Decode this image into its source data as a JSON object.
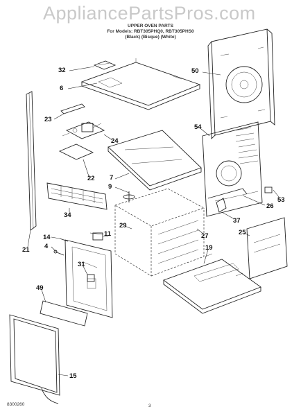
{
  "watermark": "AppliancePartsPros.com",
  "header": {
    "line1": "UPPER OVEN PARTS",
    "line2": "For Models: RBT305PHQ0, RBT305PHS0",
    "line3": "(Black) (Bisque) (White)"
  },
  "callouts": {
    "c32": "32",
    "c6": "6",
    "c50": "50",
    "c23": "23",
    "c24": "24",
    "c54": "54",
    "c22": "22",
    "c7": "7",
    "c9": "9",
    "c53": "53",
    "c26": "26",
    "c34": "34",
    "c37": "37",
    "c11": "11",
    "c29": "29",
    "c27": "27",
    "c25": "25",
    "c14": "14",
    "c4": "4",
    "c21": "21",
    "c19": "19",
    "c31": "31",
    "c49": "49",
    "c15": "15"
  },
  "footer": {
    "code": "8300260",
    "page": "3"
  }
}
